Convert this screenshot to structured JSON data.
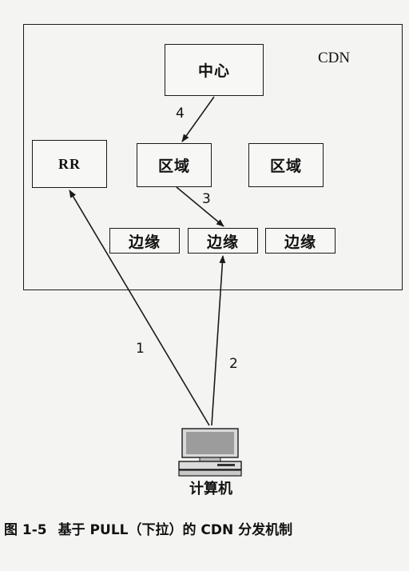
{
  "diagram": {
    "cdn_label": "CDN",
    "center_label": "中心",
    "rr_label": "RR",
    "region_labels": [
      "区域",
      "区域"
    ],
    "edge_labels": [
      "边缘",
      "边缘",
      "边缘"
    ],
    "steps": {
      "one": "1",
      "two": "2",
      "three": "3",
      "four": "4"
    },
    "computer_label": "计算机"
  },
  "caption": {
    "figure": "图 1-5",
    "text": "基于 PULL（下拉）的 CDN 分发机制"
  },
  "icons": {
    "computer": "computer-icon",
    "arrow": "arrow-icon"
  },
  "colors": {
    "line": "#1a1a1a",
    "background": "#f4f4f2"
  }
}
